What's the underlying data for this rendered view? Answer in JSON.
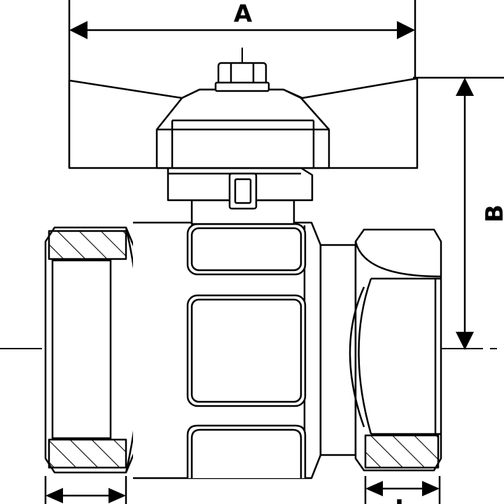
{
  "dimensions": {
    "width_label": "A",
    "height_label": "B",
    "thread_length_label": "L"
  },
  "colors": {
    "stroke": "#000000",
    "background": "#ffffff"
  }
}
